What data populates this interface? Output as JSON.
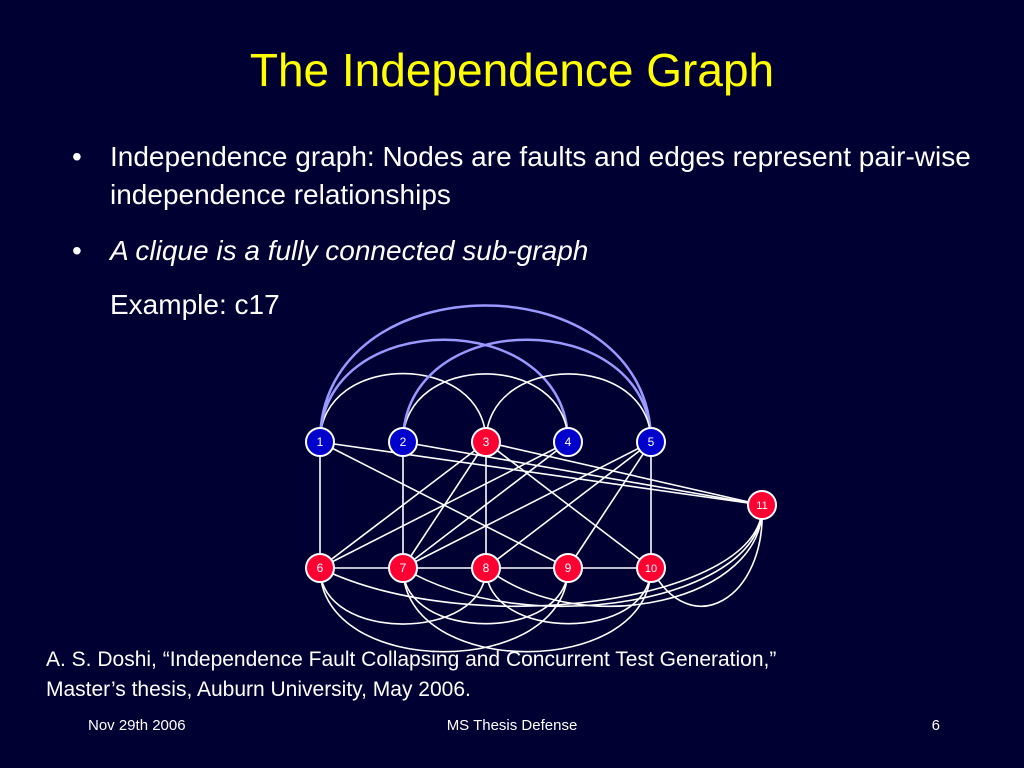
{
  "slide": {
    "title": "The Independence Graph",
    "bullets": [
      {
        "marker": "•",
        "text": "Independence graph: Nodes are faults and edges represent pair-wise independence relationships"
      },
      {
        "marker": "•",
        "text": "A clique is a fully connected sub-graph"
      }
    ],
    "example": "Example: c17"
  },
  "graph": {
    "nodes": [
      {
        "id": "1",
        "label": "1",
        "color": "#0000cc"
      },
      {
        "id": "2",
        "label": "2",
        "color": "#0000cc"
      },
      {
        "id": "3",
        "label": "3",
        "color": "#ff0033"
      },
      {
        "id": "4",
        "label": "4",
        "color": "#0000cc"
      },
      {
        "id": "5",
        "label": "5",
        "color": "#0000cc"
      },
      {
        "id": "6",
        "label": "6",
        "color": "#ff0033"
      },
      {
        "id": "7",
        "label": "7",
        "color": "#ff0033"
      },
      {
        "id": "8",
        "label": "8",
        "color": "#ff0033"
      },
      {
        "id": "9",
        "label": "9",
        "color": "#ff0033"
      },
      {
        "id": "10",
        "label": "10",
        "color": "#ff0033"
      },
      {
        "id": "11",
        "label": "11",
        "color": "#ff0033"
      }
    ],
    "edges": [
      [
        "1",
        "3"
      ],
      [
        "1",
        "4"
      ],
      [
        "1",
        "5"
      ],
      [
        "2",
        "4"
      ],
      [
        "2",
        "5"
      ],
      [
        "3",
        "5"
      ],
      [
        "1",
        "6"
      ],
      [
        "2",
        "7"
      ],
      [
        "3",
        "8"
      ],
      [
        "5",
        "10"
      ],
      [
        "1",
        "9"
      ],
      [
        "3",
        "6"
      ],
      [
        "3",
        "7"
      ],
      [
        "3",
        "10"
      ],
      [
        "4",
        "6"
      ],
      [
        "4",
        "7"
      ],
      [
        "5",
        "7"
      ],
      [
        "5",
        "8"
      ],
      [
        "5",
        "9"
      ],
      [
        "1",
        "11"
      ],
      [
        "2",
        "11"
      ],
      [
        "3",
        "11"
      ],
      [
        "6",
        "7"
      ],
      [
        "7",
        "8"
      ],
      [
        "8",
        "9"
      ],
      [
        "9",
        "10"
      ],
      [
        "6",
        "8"
      ],
      [
        "6",
        "9"
      ],
      [
        "7",
        "9"
      ],
      [
        "7",
        "10"
      ],
      [
        "8",
        "10"
      ],
      [
        "6",
        "11"
      ],
      [
        "7",
        "11"
      ],
      [
        "8",
        "11"
      ],
      [
        "10",
        "11"
      ]
    ],
    "highlighted_edges": [
      [
        "1",
        "4"
      ],
      [
        "1",
        "5"
      ],
      [
        "2",
        "5"
      ]
    ],
    "colors": {
      "edge": "#ffffff",
      "highlight_edge": "#9999ff",
      "node_stroke": "#ffffff",
      "node_text": "#ffffff"
    }
  },
  "citation": {
    "line1": "A. S. Doshi, “Independence Fault Collapsing and Concurrent Test Generation,”",
    "line2": "Master’s thesis, Auburn University, May 2006."
  },
  "footer": {
    "date": "Nov 29th 2006",
    "center": "MS Thesis Defense",
    "page": "6"
  }
}
